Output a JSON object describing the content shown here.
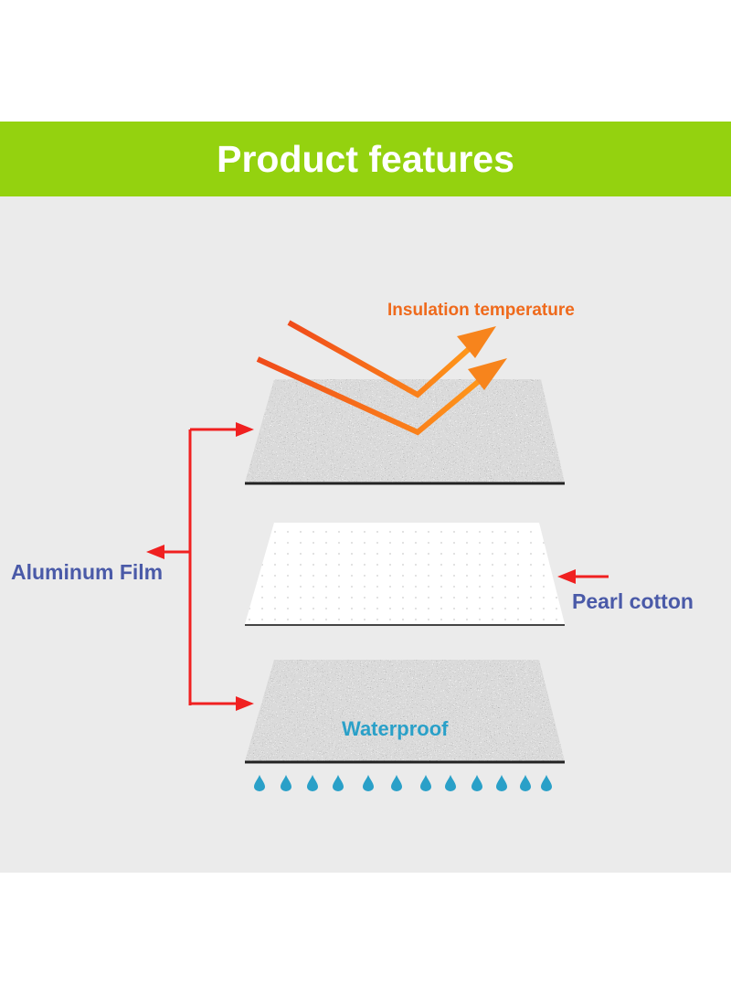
{
  "header": {
    "title": "Product features"
  },
  "labels": {
    "insulation": "Insulation temperature",
    "aluminum": "Aluminum Film",
    "pearl": "Pearl cotton",
    "waterproof": "Waterproof"
  },
  "colors": {
    "banner": "#94d20f",
    "orange": "#ef6a1c",
    "blue": "#4a5aa8",
    "water": "#2aa0c8",
    "red": "#f02020"
  }
}
